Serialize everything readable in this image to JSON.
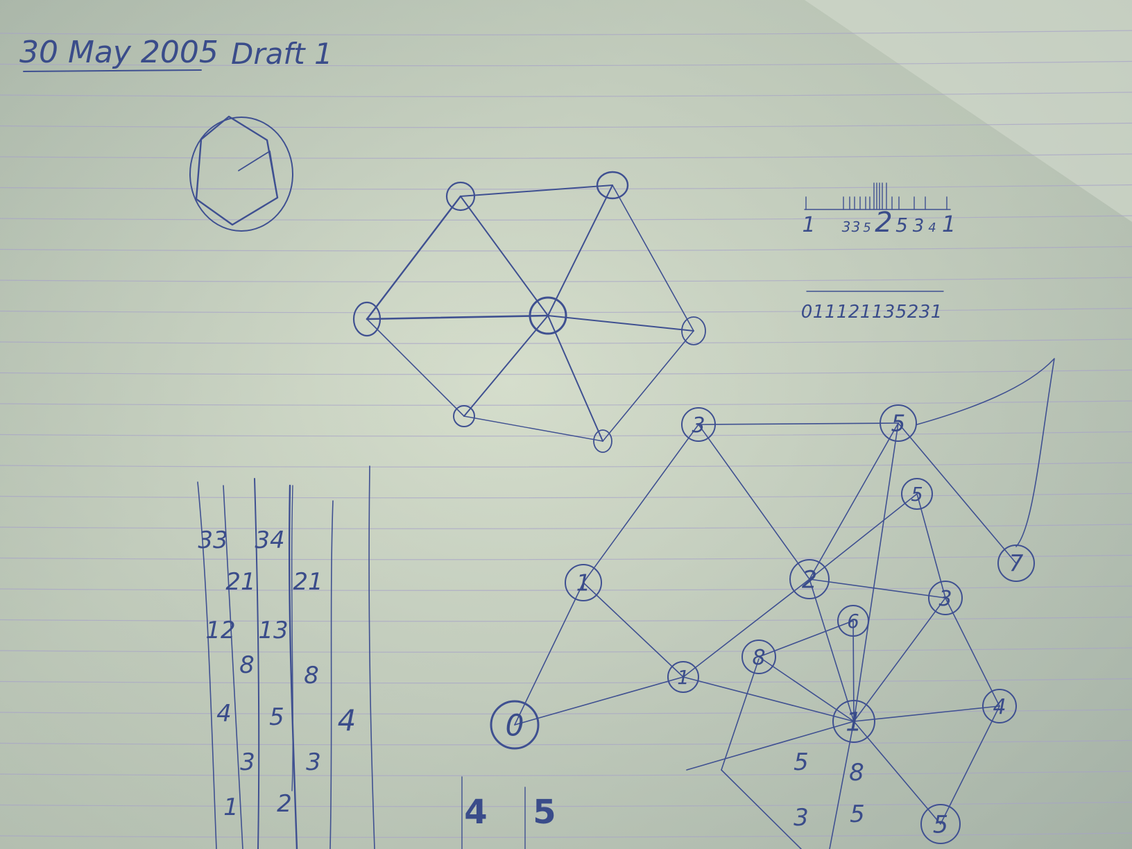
{
  "header": {
    "date": "30 May 2005",
    "draft": "Draft 1"
  },
  "histograms": {
    "top_labels": [
      "1",
      "3",
      "3",
      "5",
      "2",
      "5",
      "3",
      "4",
      "1"
    ],
    "bottom_labels": [
      "0",
      "1",
      "1",
      "1",
      "2",
      "1",
      "1",
      "3",
      "5",
      "2",
      "3",
      "1"
    ]
  },
  "graph_bottom": {
    "node_labels": [
      "3",
      "5",
      "5",
      "7",
      "1",
      "2",
      "3",
      "6",
      "8",
      "1",
      "0",
      "4",
      "1",
      "5"
    ],
    "edge_labels": [
      "5",
      "8",
      "3",
      "5"
    ]
  },
  "table": {
    "col1": [
      "33",
      "21",
      "12",
      "8",
      "4",
      "3",
      "1"
    ],
    "col2": [
      "34",
      "21",
      "13",
      "8",
      "5",
      "3",
      "2"
    ],
    "col3": [
      "4"
    ],
    "bottom": [
      "4",
      "5"
    ]
  },
  "colors": {
    "ink": "#3f5091",
    "paper": "#cfd8c6",
    "rule": "#a6a3c8"
  }
}
